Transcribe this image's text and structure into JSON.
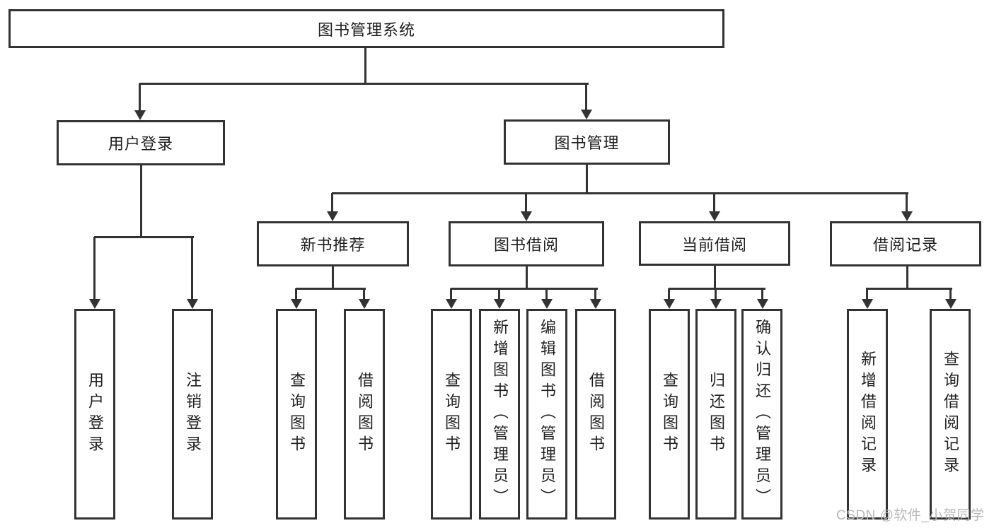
{
  "tree": {
    "root": {
      "label": "图书管理系统"
    },
    "branches": [
      {
        "label": "用户登录",
        "children": [
          {
            "label": "用户登录"
          },
          {
            "label": "注销登录"
          }
        ]
      },
      {
        "label": "图书管理",
        "children": [
          {
            "label": "新书推荐",
            "children": [
              {
                "label": "查询图书"
              },
              {
                "label": "借阅图书"
              }
            ]
          },
          {
            "label": "图书借阅",
            "children": [
              {
                "label": "查询图书"
              },
              {
                "label": "新增图书（管理员）"
              },
              {
                "label": "编辑图书（管理员）"
              },
              {
                "label": "借阅图书"
              }
            ]
          },
          {
            "label": "当前借阅",
            "children": [
              {
                "label": "查询图书"
              },
              {
                "label": "归还图书"
              },
              {
                "label": "确认归还（管理员）"
              }
            ]
          },
          {
            "label": "借阅记录",
            "children": [
              {
                "label": "新增借阅记录"
              },
              {
                "label": "查询借阅记录"
              }
            ]
          }
        ]
      }
    ]
  },
  "watermark": {
    "text": "CSDN @软件_小贺同学"
  },
  "colors": {
    "line": "#333333",
    "text": "#1f1f1f",
    "background": "#ffffff",
    "watermark": "#b9b9b9"
  }
}
